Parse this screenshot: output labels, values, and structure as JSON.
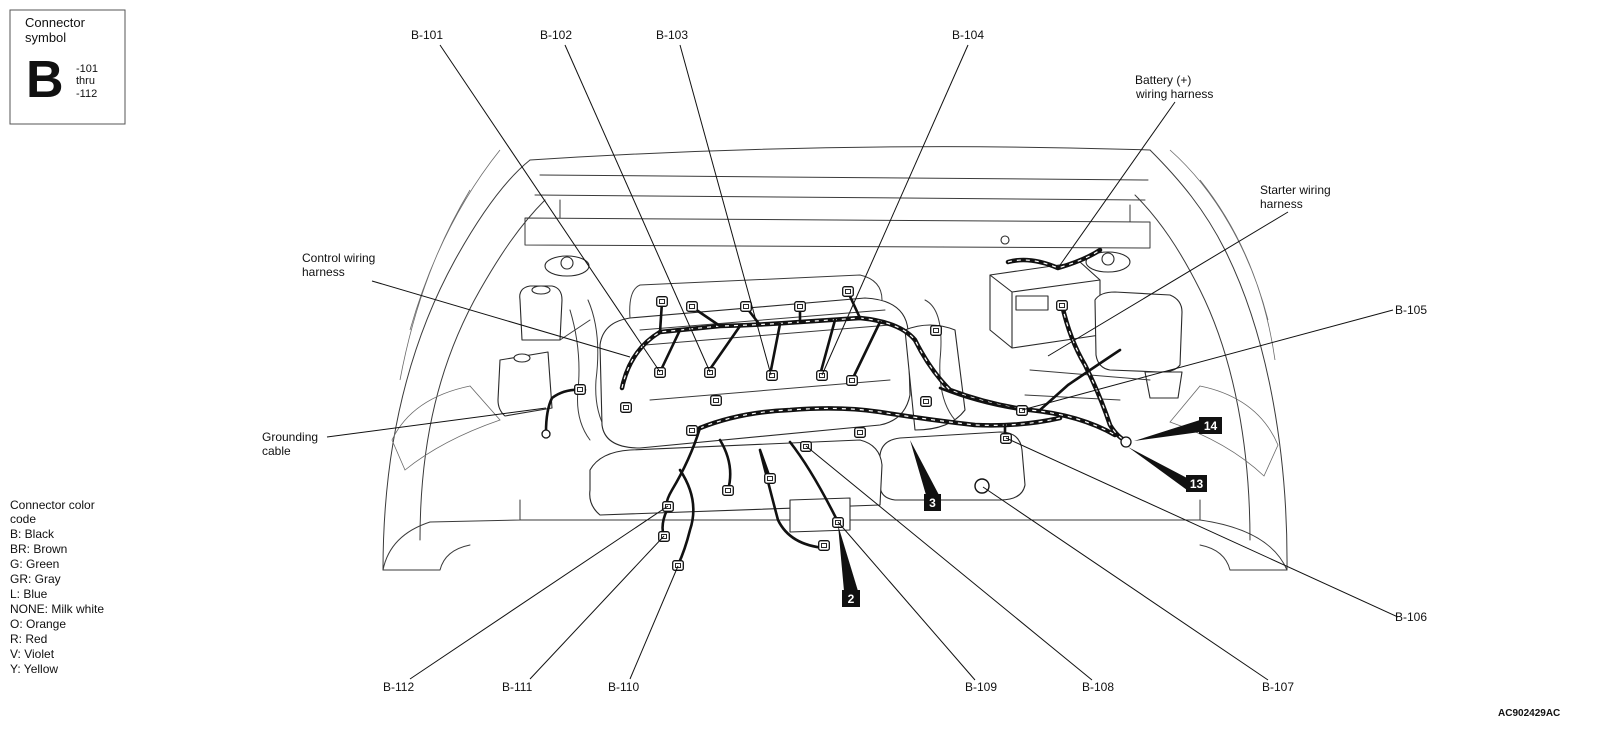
{
  "figure": {
    "id": "AC902429AC"
  },
  "connector_symbol": {
    "title_line1": "Connector",
    "title_line2": "symbol",
    "letter": "B",
    "range_from": "-101",
    "range_word": "thru",
    "range_to": "-112"
  },
  "connector_labels": {
    "b101": "B-101",
    "b102": "B-102",
    "b103": "B-103",
    "b104": "B-104",
    "b105": "B-105",
    "b106": "B-106",
    "b107": "B-107",
    "b108": "B-108",
    "b109": "B-109",
    "b110": "B-110",
    "b111": "B-111",
    "b112": "B-112"
  },
  "harness_labels": {
    "battery": [
      "Battery (+)",
      "wiring harness"
    ],
    "starter": [
      "Starter wiring",
      "harness"
    ],
    "control": [
      "Control wiring",
      "harness"
    ],
    "grounding": [
      "Grounding",
      "cable"
    ]
  },
  "callouts": [
    "14",
    "13",
    "3",
    "2"
  ],
  "color_code": {
    "title": [
      "Connector color",
      "code"
    ],
    "entries": [
      "B: Black",
      "BR: Brown",
      "G: Green",
      "GR: Gray",
      "L: Blue",
      "NONE: Milk white",
      "O: Orange",
      "R: Red",
      "V: Violet",
      "Y: Yellow"
    ]
  }
}
